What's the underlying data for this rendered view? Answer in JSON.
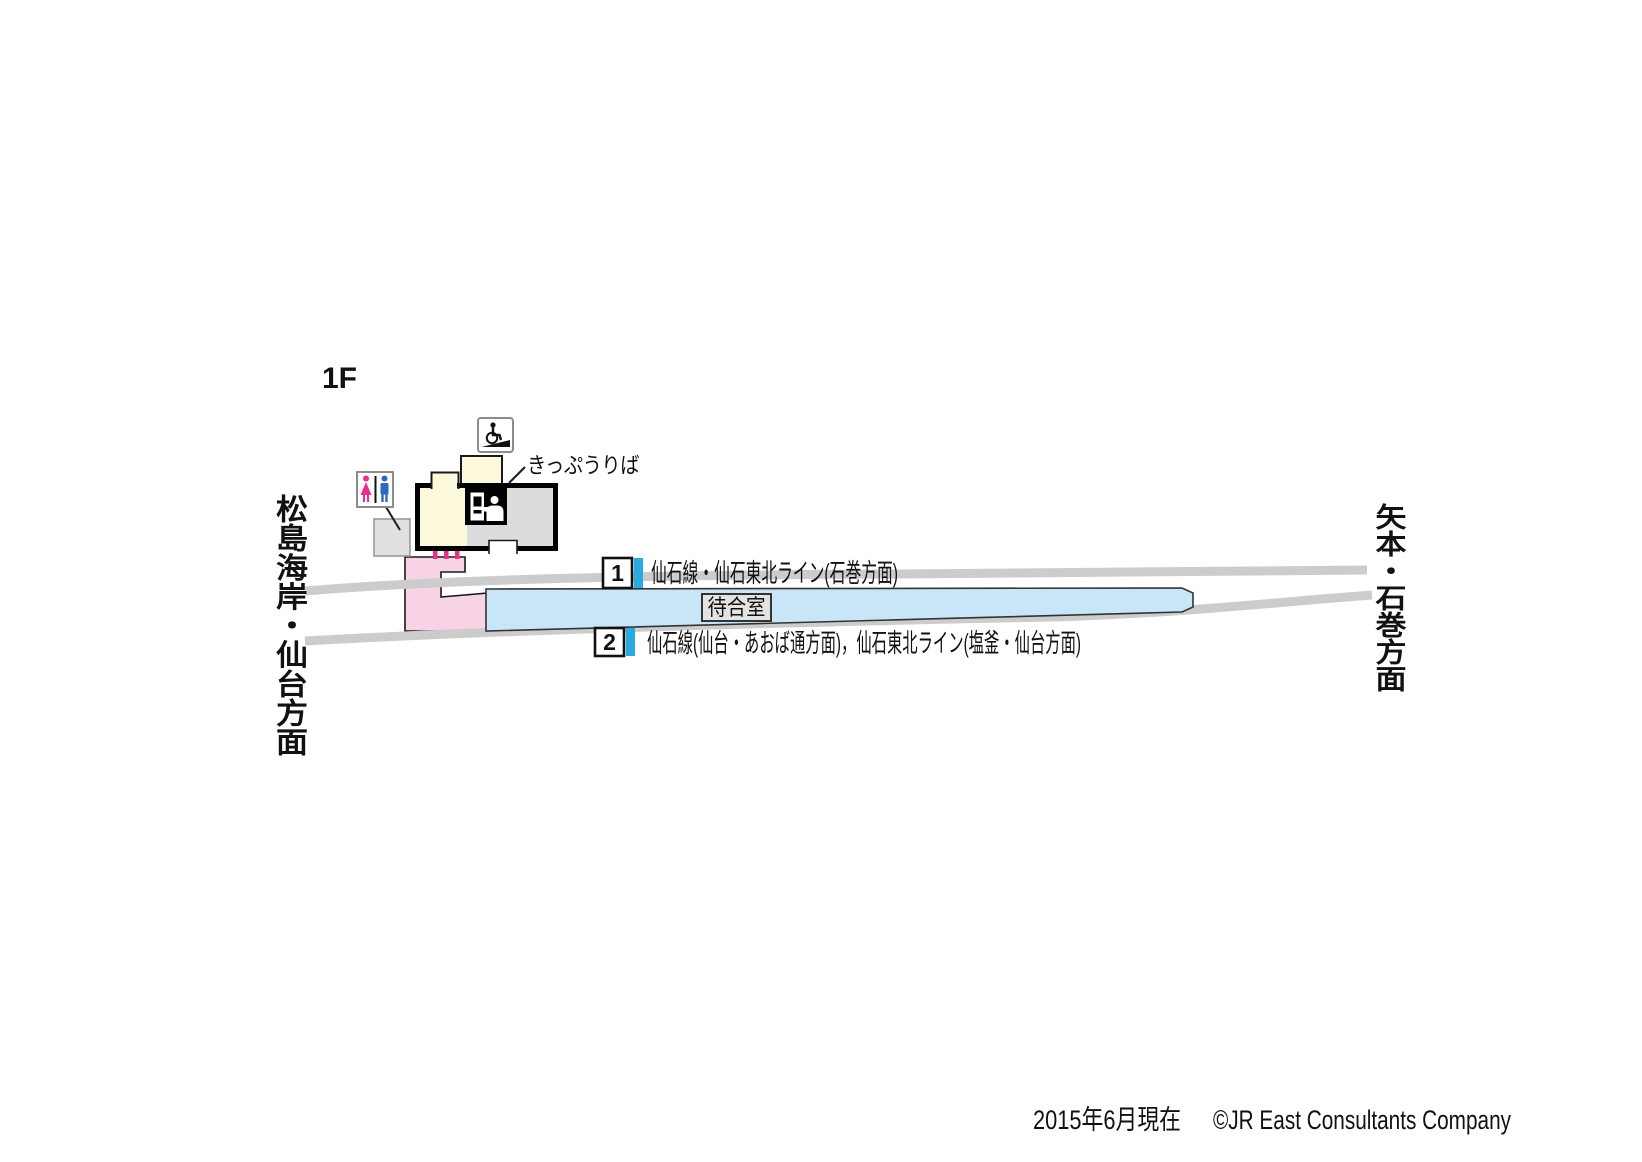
{
  "floor_label": "1F",
  "directions": {
    "left": "松島海岸・仙台方面",
    "right": "矢本・石巻方面"
  },
  "building": {
    "ticket_office_label": "きっぷうりば",
    "icons": {
      "restroom": "restroom-icon",
      "wheelchair_ramp": "wheelchair-ramp-icon",
      "ticket_machine": "ticket-machine-icon",
      "staff": "staff-icon",
      "stairs": "stairs-icon"
    }
  },
  "platform": {
    "waiting_room_label": "待合室",
    "lines": [
      {
        "number": "1",
        "label": "仙石線・仙石東北ライン(石巻方面)"
      },
      {
        "number": "2",
        "label": "仙石線(仙台・あおば通方面)，仙石東北ライン(塩釜・仙台方面)"
      }
    ]
  },
  "footer": {
    "date_note": "2015年6月現在",
    "copyright": "©JR East Consultants Company"
  },
  "colors": {
    "platform_fill": "#C9E6F8",
    "line_marker_blue": "#29ABE2",
    "walkway_pink": "#F8D3E6",
    "stairs_magenta": "#E8308A",
    "building_cream": "#FBF8DC",
    "building_gray": "#DCDCDC",
    "track_gray": "#CCCCCC",
    "restroom_female_pink": "#E8308A",
    "restroom_male_blue": "#2A6BBF"
  }
}
